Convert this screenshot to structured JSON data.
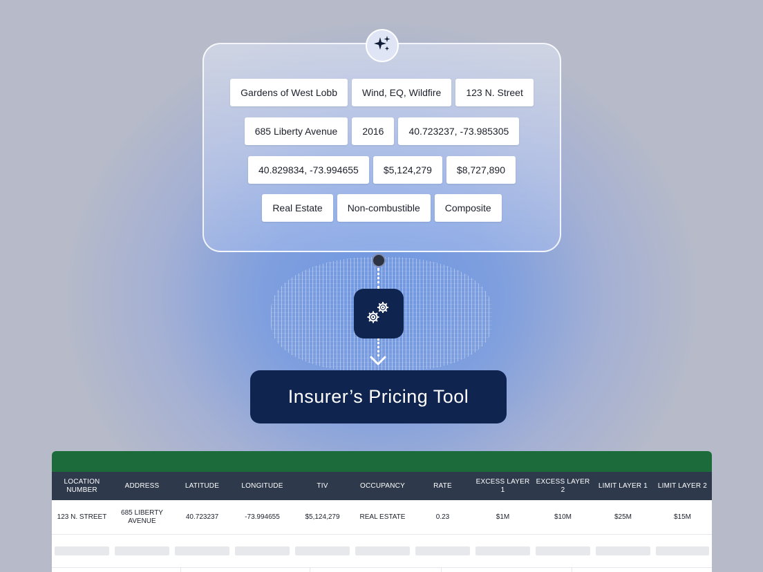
{
  "input_card": {
    "rows": [
      [
        "Gardens of West Lobb",
        "Wind, EQ, Wildfire",
        "123 N. Street"
      ],
      [
        "685 Liberty Avenue",
        "2016",
        "40.723237, -73.985305"
      ],
      [
        "40.829834, -73.994655",
        "$5,124,279",
        "$8,727,890"
      ],
      [
        "Real Estate",
        "Non-combustible",
        "Composite"
      ]
    ]
  },
  "icons": {
    "badge": "sparkles-icon",
    "process": "gears-icon",
    "arrow": "chevron-down-icon"
  },
  "pricing_tool": {
    "label": "Insurer’s Pricing Tool"
  },
  "sheet": {
    "columns": [
      "LOCATION NUMBER",
      "ADDRESS",
      "LATITUDE",
      "LONGITUDE",
      "TIV",
      "OCCUPANCY",
      "RATE",
      "EXCESS LAYER 1",
      "EXCESS LAYER 2",
      "LIMIT LAYER 1",
      "LIMIT LAYER 2"
    ],
    "row": [
      "123 N. STREET",
      "685 LIBERTY AVENUE",
      "40.723237",
      "-73.994655",
      "$5,124,279",
      "REAL ESTATE",
      "0.23",
      "$1M",
      "$10M",
      "$25M",
      "$15M"
    ]
  },
  "colors": {
    "navy": "#0f2550",
    "sheet_green": "#1c6b3a",
    "sheet_header": "#2e3a4c"
  }
}
